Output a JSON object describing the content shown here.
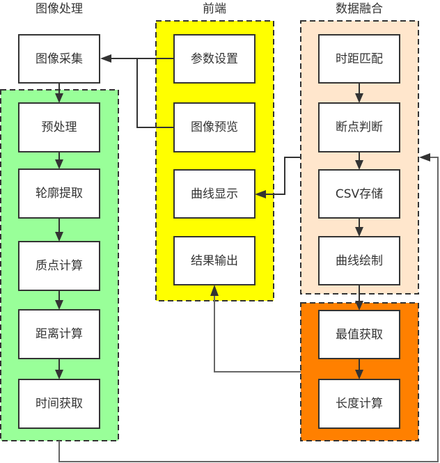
{
  "groups": {
    "image_processing": {
      "title": "图像处理",
      "color": "#99ff99"
    },
    "frontend": {
      "title": "前端",
      "color": "#ffff00"
    },
    "data_fusion": {
      "title": "数据融合",
      "color": "#ffe6cc"
    },
    "analysis": {
      "title": "",
      "color": "#ff8000"
    }
  },
  "nodes": {
    "image_capture": "图像采集",
    "preprocess": "预处理",
    "contour_extract": "轮廓提取",
    "centroid_calc": "质点计算",
    "distance_calc": "距离计算",
    "time_acquire": "时间获取",
    "param_settings": "参数设置",
    "image_preview": "图像预览",
    "curve_display": "曲线显示",
    "result_output": "结果输出",
    "time_distance_match": "时距匹配",
    "breakpoint_judge": "断点判断",
    "csv_storage": "CSV存储",
    "curve_draw": "曲线绘制",
    "extreme_value": "最值获取",
    "length_calc": "长度计算"
  },
  "edges": [
    {
      "from": "param_settings",
      "to": "image_capture"
    },
    {
      "from": "image_preview",
      "to": "image_capture"
    },
    {
      "from": "image_capture",
      "to": "preprocess"
    },
    {
      "from": "preprocess",
      "to": "contour_extract"
    },
    {
      "from": "contour_extract",
      "to": "centroid_calc"
    },
    {
      "from": "centroid_calc",
      "to": "distance_calc"
    },
    {
      "from": "distance_calc",
      "to": "time_acquire"
    },
    {
      "from": "image_processing",
      "to": "data_fusion"
    },
    {
      "from": "time_distance_match",
      "to": "breakpoint_judge"
    },
    {
      "from": "breakpoint_judge",
      "to": "csv_storage"
    },
    {
      "from": "csv_storage",
      "to": "curve_draw"
    },
    {
      "from": "data_fusion",
      "to": "curve_display"
    },
    {
      "from": "curve_draw",
      "to": "extreme_value"
    },
    {
      "from": "extreme_value",
      "to": "length_calc"
    },
    {
      "from": "analysis",
      "to": "result_output"
    }
  ]
}
